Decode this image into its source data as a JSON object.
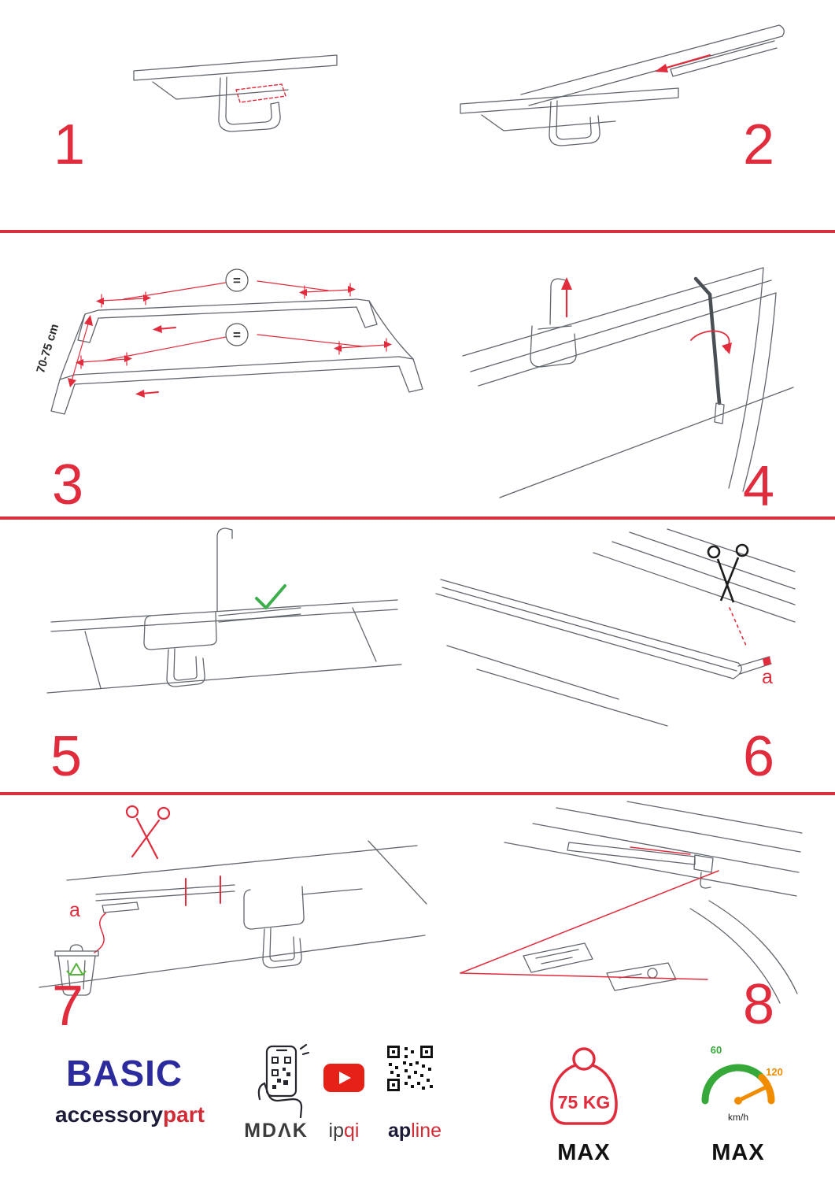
{
  "page": {
    "colors": {
      "accent_red": "#e02c3c",
      "brand_blue": "#2b2b9e",
      "dark_navy": "#1c1c38",
      "logo_red": "#d32b35",
      "youtube_red": "#e62117",
      "check_green": "#3fae4c",
      "gauge_green": "#36a93a",
      "gauge_orange": "#f08c00",
      "lineart_gray": "#61666d"
    }
  },
  "steps": [
    {
      "number": "1"
    },
    {
      "number": "2"
    },
    {
      "number": "3",
      "dimension": "70-75 cm",
      "equal_top": "=",
      "equal_bottom": "="
    },
    {
      "number": "4"
    },
    {
      "number": "5"
    },
    {
      "number": "6",
      "label": "a"
    },
    {
      "number": "7",
      "label": "a"
    },
    {
      "number": "8"
    }
  ],
  "icons": {
    "scissors_black": "scissors",
    "scissors_red": "scissors",
    "checkmark": "check",
    "trash": "waste-bin",
    "recycle": "recycle-arrows",
    "phone_qr": "phone-scanning-qr-code",
    "youtube": "youtube-play-button",
    "qr": "qr-code",
    "weight": "kettlebell-weight",
    "speedometer": "speed-gauge"
  },
  "footer": {
    "brand": "BASIC",
    "brand_sub_dark": "accessory",
    "brand_sub_red": "part",
    "logo_mdak": "MDΛK",
    "logo_ipqi_dark": "ip",
    "logo_ipqi_red": "qi",
    "logo_apline_dark": "ap",
    "logo_apline_red": "line",
    "weight": {
      "value": "75 KG",
      "max": "MAX"
    },
    "speed": {
      "tick_green": "60",
      "tick_orange": "120",
      "unit": "km/h",
      "max": "MAX"
    }
  }
}
